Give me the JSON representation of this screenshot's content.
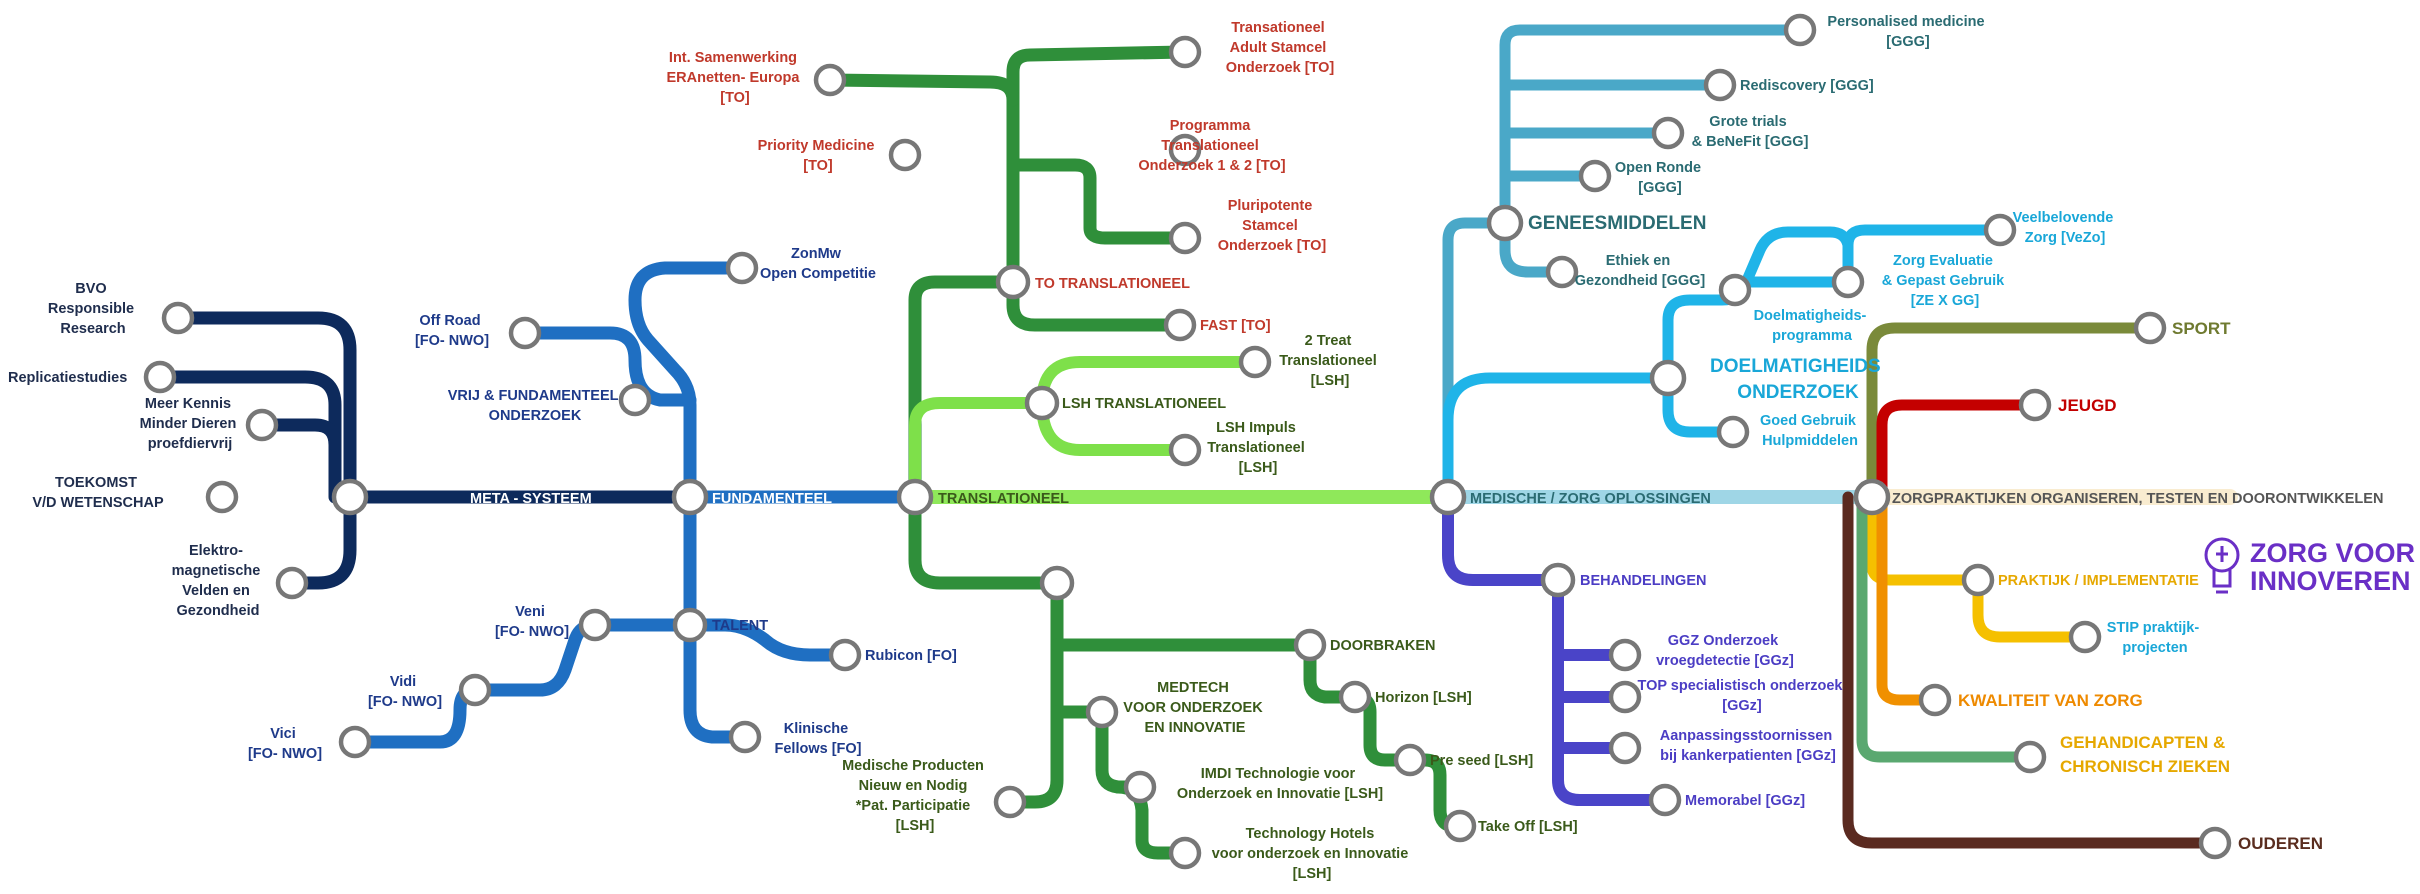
{
  "lines": {
    "meta": "META - SYSTEEM",
    "fundamenteel": "FUNDAMENTEEL",
    "translationeel": "TRANSLATIONEEL",
    "medische": "MEDISCHE / ZORG OPLOSSINGEN",
    "zorgpraktijken": "ZORGPRAKTIJKEN ORGANISEREN, TESTEN EN DOORONTWIKKELEN"
  },
  "meta_stations": {
    "bvo": [
      "BVO",
      "Responsible",
      "Research"
    ],
    "replicatie": "Replicatiestudies",
    "meer_kennis": [
      "Meer Kennis",
      "Minder Dieren",
      "proefdiervrij"
    ],
    "toekomst": [
      "TOEKOMST",
      "V/D WETENSCHAP"
    ],
    "elektro": [
      "Elektro-",
      "magnetische",
      "Velden en",
      "Gezondheid"
    ]
  },
  "fundamenteel_stations": {
    "zonmw": [
      "ZonMw",
      "Open Competitie"
    ],
    "offroad": [
      "Off Road",
      "[FO- NWO]"
    ],
    "vrij": [
      "VRIJ & FUNDAMENTEEL",
      "ONDERZOEK"
    ],
    "talent": "TALENT",
    "veni": [
      "Veni",
      "[FO- NWO]"
    ],
    "vidi": [
      "Vidi",
      "[FO- NWO]"
    ],
    "vici": [
      "Vici",
      "[FO- NWO]"
    ],
    "rubicon": "Rubicon [FO]",
    "klinische": [
      "Klinische",
      "Fellows [FO]"
    ]
  },
  "to_stations": {
    "int": [
      "Int. Samenwerking",
      "ERAnetten- Europa",
      "[TO]"
    ],
    "priority": [
      "Priority Medicine",
      "[TO]"
    ],
    "transationeel": [
      "Transationeel",
      "Adult Stamcel",
      "Onderzoek [TO]"
    ],
    "programma": [
      "Programma",
      "Translationeel",
      "Onderzoek 1 & 2 [TO]"
    ],
    "pluripotente": [
      "Pluripotente",
      "Stamcel",
      "Onderzoek [TO]"
    ],
    "to_trans": "TO TRANSLATIONEEL",
    "fast": "FAST [TO]"
  },
  "lsh_stations": {
    "lsh_trans": "LSH TRANSLATIONEEL",
    "two_treat": [
      "2 Treat",
      "Translationeel",
      "[LSH]"
    ],
    "lsh_impuls": [
      "LSH Impuls",
      "Translationeel",
      "[LSH]"
    ]
  },
  "medtech_stations": {
    "doorbraken": "DOORBRAKEN",
    "horizon": "Horizon [LSH]",
    "preseed": "Pre seed [LSH]",
    "takeoff": "Take Off [LSH]",
    "medtech": [
      "MEDTECH",
      "VOOR ONDERZOEK",
      "EN INNOVATIE"
    ],
    "imdi": [
      "IMDI Technologie voor",
      "Onderzoek en Innovatie [LSH]"
    ],
    "techhotels": [
      "Technology Hotels",
      "voor onderzoek en Innovatie",
      "[LSH]"
    ],
    "medprod": [
      "Medische Producten",
      "Nieuw en Nodig",
      "*Pat. Participatie",
      "[LSH]"
    ]
  },
  "geneesmiddelen_stations": {
    "personalised": [
      "Personalised medicine",
      "[GGG]"
    ],
    "rediscovery": "Rediscovery [GGG]",
    "grote": [
      "Grote trials",
      "& BeNeFit [GGG]"
    ],
    "open_ronde": [
      "Open Ronde",
      "[GGG]"
    ],
    "genees": "GENEESMIDDELEN",
    "ethiek": [
      "Ethiek en",
      "Gezondheid [GGG]"
    ]
  },
  "doelmatigheid_stations": {
    "veelbelovende": [
      "Veelbelovende",
      "Zorg [VeZo]"
    ],
    "zorg_eval": [
      "Zorg Evaluatie",
      "& Gepast Gebruik",
      "[ZE X GG]"
    ],
    "doelprog": [
      "Doelmatigheids-",
      "programma"
    ],
    "doel": [
      "DOELMATIGHEIDS",
      "ONDERZOEK"
    ],
    "goed": [
      "Goed Gebruik",
      "Hulpmiddelen"
    ]
  },
  "behandelingen_stations": {
    "behandelingen": "BEHANDELINGEN",
    "ggz": [
      "GGZ Onderzoek",
      "vroegdetectie [GGz]"
    ],
    "top": [
      "TOP specialistisch onderzoek",
      "[GGz]"
    ],
    "aanpassing": [
      "Aanpassingsstoornissen",
      "bij kankerpatienten [GGz]"
    ],
    "memorabel": "Memorabel [GGz]"
  },
  "zorg_stations": {
    "sport": "SPORT",
    "jeugd": "JEUGD",
    "praktijk": "PRAKTIJK / IMPLEMENTATIE",
    "stip": [
      "STIP praktijk-",
      "projecten"
    ],
    "kwaliteit": "KWALITEIT VAN ZORG",
    "gehandicapten": [
      "GEHANDICAPTEN &",
      "CHRONISCH ZIEKEN"
    ],
    "ouderen": "OUDEREN"
  },
  "logo": {
    "line1": "ZORG VOOR",
    "line2": "INNOVEREN"
  },
  "colors": {
    "meta": "#0d2a5c",
    "fundamenteel": "#1f6fc2",
    "translationeel_green": "#2f8f3a",
    "to_green": "#3a9a3a",
    "lsh_green": "#7ee04a",
    "main_green": "#8fe85a",
    "medische_cyan": "#9fd6e6",
    "genees": "#4aa8c8",
    "doel": "#1fb4e8",
    "behand": "#4a44c8",
    "olive": "#7a8a3a",
    "jeugd": "#c40000",
    "praktijk": "#f5c000",
    "kwaliteit": "#f09000",
    "gehand": "#5aa870",
    "ouderen": "#5a2a20",
    "logo": "#6a2fc6"
  }
}
